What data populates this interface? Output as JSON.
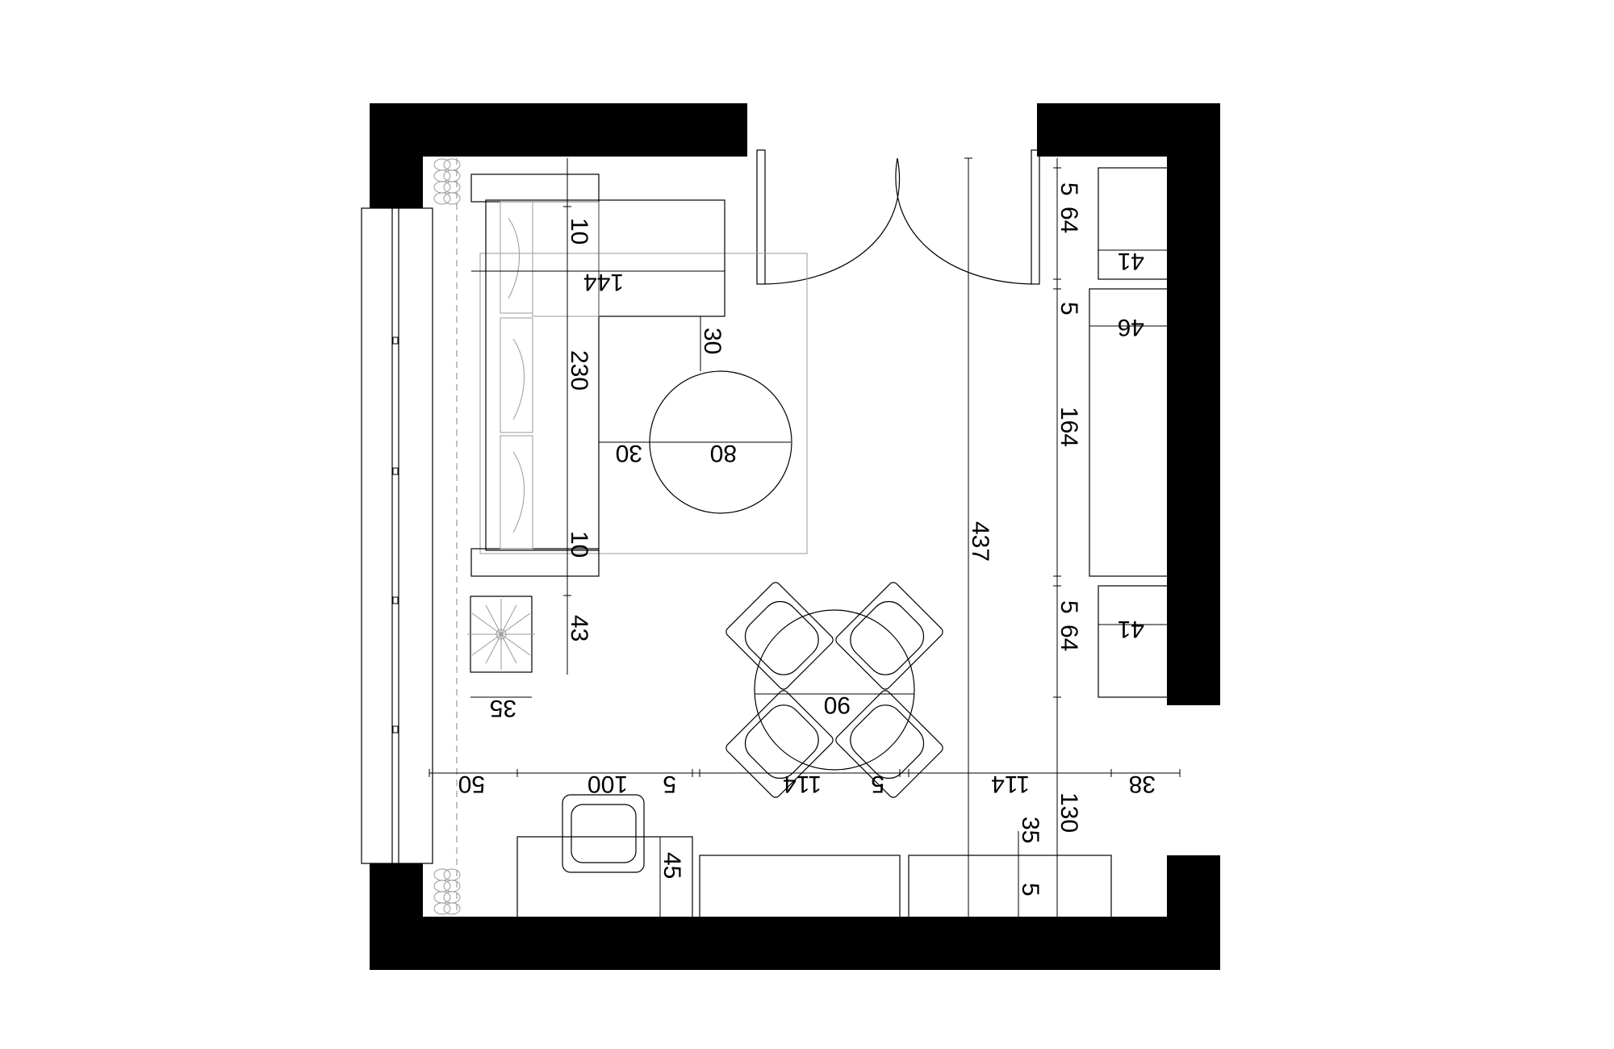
{
  "colors": {
    "wall": "#000000",
    "line": "#000000",
    "secondary_line": "#9a9a9a",
    "background": "#ffffff"
  },
  "dimensions": {
    "sofa_top_arm": "10",
    "sofa_length_top": "144",
    "sofa_to_table": "30",
    "sofa_length": "230",
    "coffee_table_gap": "30",
    "coffee_table_diameter": "80",
    "sofa_bottom_arm": "10",
    "plant_gap": "43",
    "plant_width": "35",
    "room_depth": "437",
    "cabinet_top_gap": "5",
    "cabinet_top_height": "64",
    "cabinet_top_width": "41",
    "cabinet_mid_gap": "5",
    "cabinet_mid_width": "46",
    "cabinet_mid_height": "164",
    "cabinet_low_gap": "5",
    "cabinet_low_height": "64",
    "cabinet_low_width": "41",
    "dining_table_diameter": "90",
    "seg_1": "50",
    "seg_2": "100",
    "seg_3": "5",
    "seg_4": "114",
    "seg_5": "5",
    "seg_6": "114",
    "seg_7": "38",
    "bottom_right_height": "130",
    "tv_unit_height": "35",
    "tv_unit_gap": "5",
    "desk_depth": "45"
  }
}
